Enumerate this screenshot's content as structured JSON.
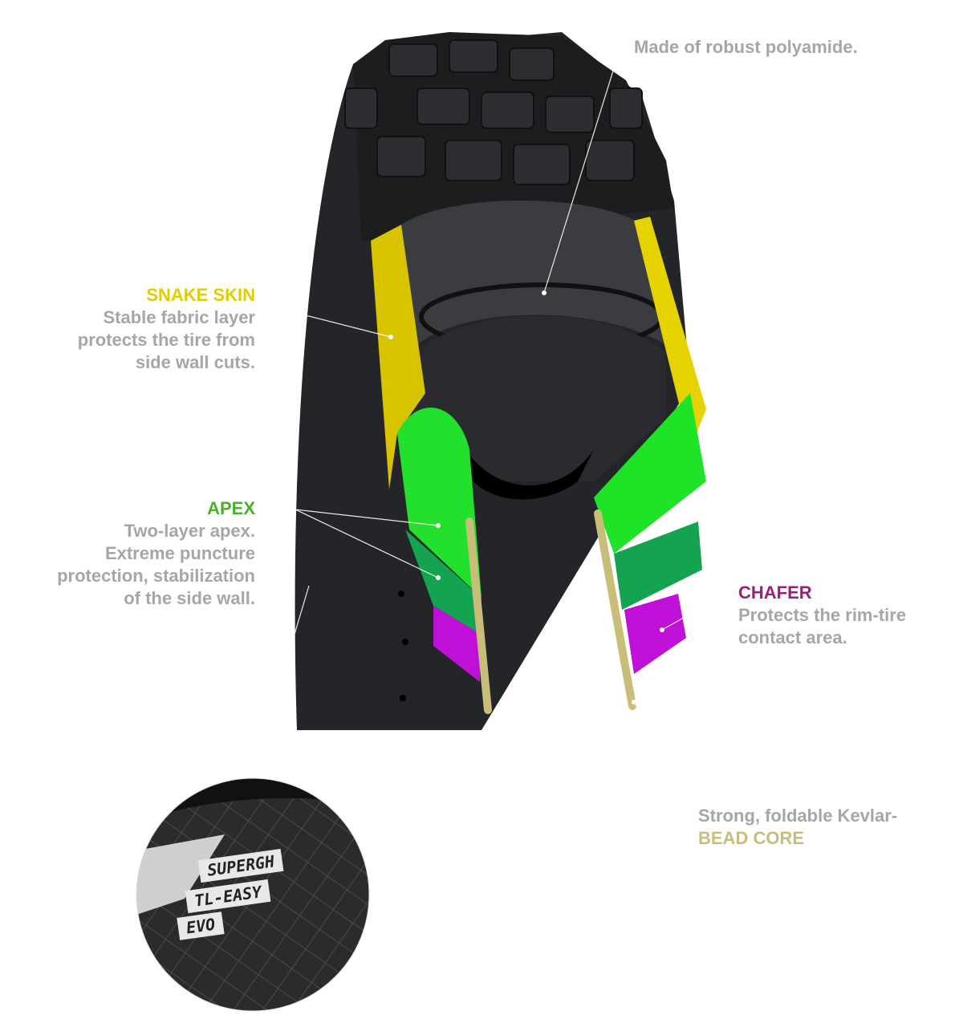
{
  "colors": {
    "snake_skin": "#e0cc00",
    "apex": "#4caf2a",
    "chafer": "#9a1f7c",
    "bead_core": "#c9bd7a",
    "body_text": "#a6a6a6"
  },
  "labels": {
    "carcass": {
      "text": "Made of robust polyamide."
    },
    "snake_skin": {
      "title": "SNAKE SKIN",
      "lines": [
        "Stable fabric layer",
        "protects the tire from",
        "side wall cuts."
      ]
    },
    "apex": {
      "title": "APEX",
      "lines": [
        "Two-layer apex.",
        "Extreme puncture",
        "protection, stabilization",
        "of the side wall."
      ]
    },
    "chafer": {
      "title": "CHAFER",
      "lines": [
        "Protects the rim-tire",
        "contact area."
      ]
    },
    "bead_core": {
      "lines": [
        "Strong, foldable Kevlar-"
      ],
      "title": "BEAD CORE"
    }
  },
  "inset": {
    "badges": [
      "SUPERGH",
      "TL-EASY",
      "EVO"
    ]
  }
}
